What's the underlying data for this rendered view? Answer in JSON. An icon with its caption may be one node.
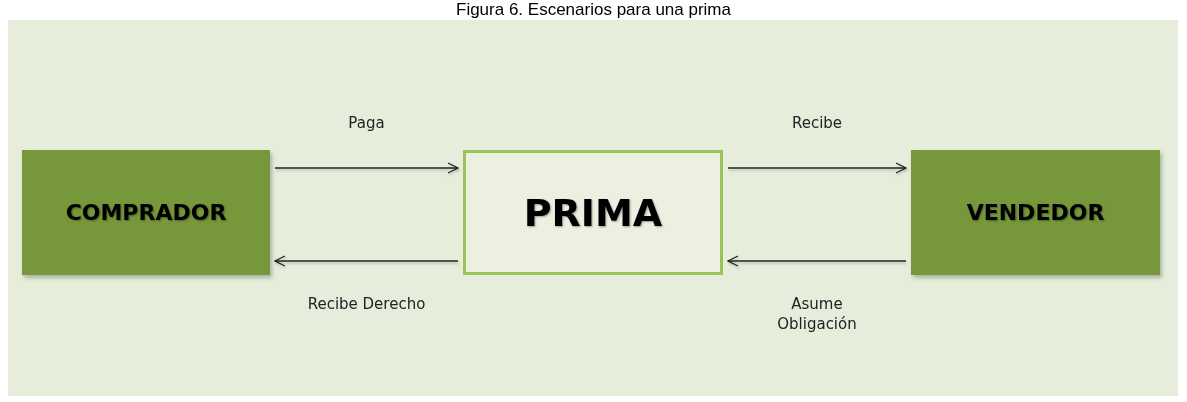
{
  "diagram": {
    "title": "Figura 6. Escenarios para una prima",
    "nodes": [
      {
        "text": [
          "COMPRADOR"
        ]
      },
      {
        "text": [
          "PRIMA"
        ]
      },
      {
        "text": [
          "VENDEDOR"
        ]
      }
    ],
    "edges": [
      {
        "from": 0,
        "to": 1,
        "arrow": "to",
        "label": "Paga"
      },
      {
        "from": 1,
        "to": 0,
        "arrow": "to",
        "label": "Recibe Derecho"
      },
      {
        "from": 1,
        "to": 2,
        "arrow": "to",
        "label": "Recibe"
      },
      {
        "from": 2,
        "to": 1,
        "arrow": "to",
        "label": "Asume Obligación"
      }
    ]
  }
}
